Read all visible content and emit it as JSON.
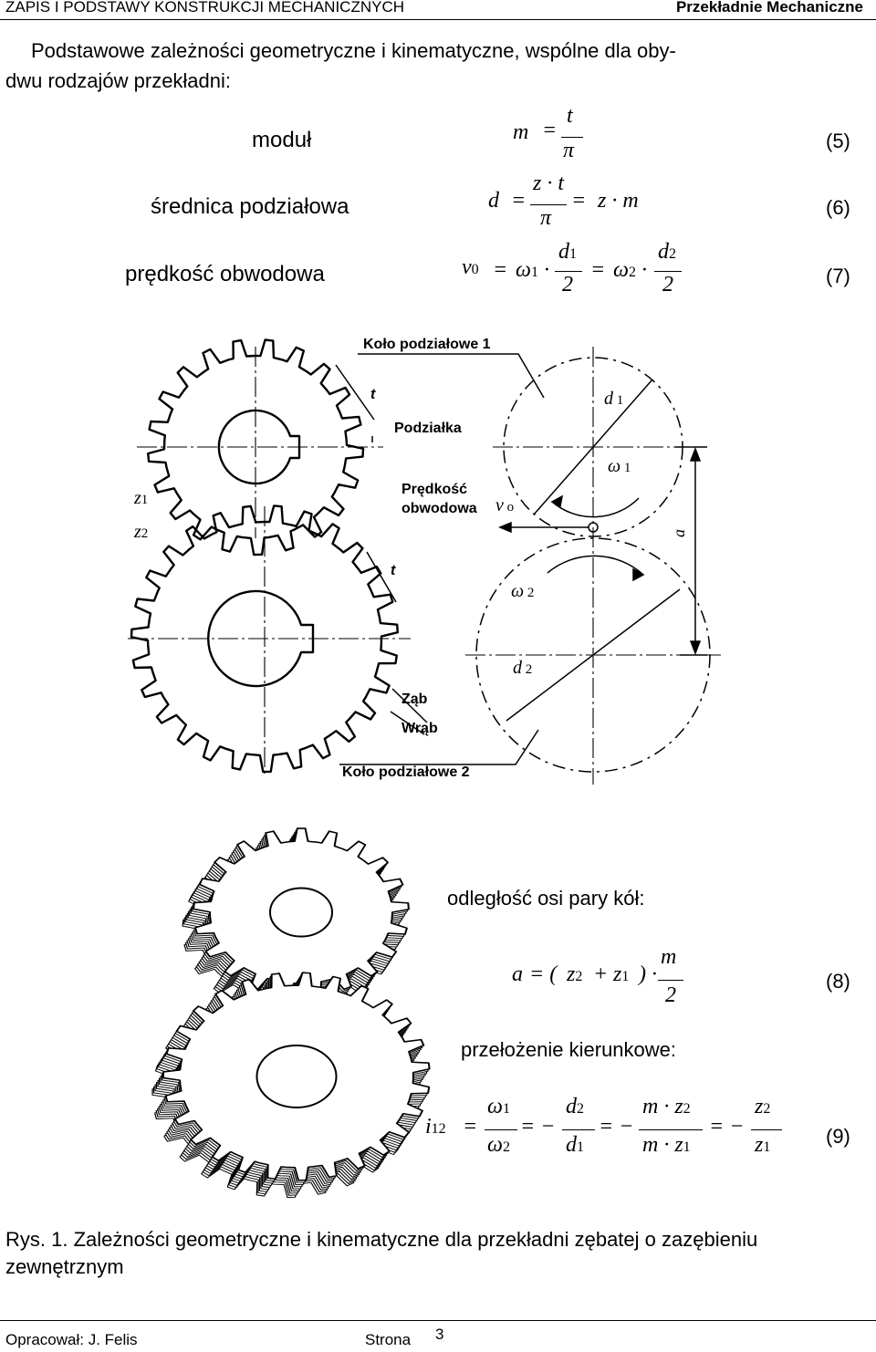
{
  "header": {
    "left": "ZAPIS I PODSTAWY KONSTRUKCJI MECHANICZNYCH",
    "right": "Przekładnie Mechaniczne"
  },
  "intro": "Podstawowe zależności geometryczne i kinematyczne, wspólne dla oby-dwu rodzajów przekładni:",
  "intro_line1": "Podstawowe zależności geometryczne i kinematyczne, wspólne dla oby-",
  "intro_line2": "dwu rodzajów przekładni:",
  "formulas": {
    "f5": {
      "label": "moduł",
      "number": "(5)"
    },
    "f6": {
      "label": "średnica podziałowa",
      "number": "(6)"
    },
    "f7": {
      "label": "prędkość obwodowa",
      "number": "(7)"
    },
    "f8": {
      "label": "odległość osi pary kół:",
      "number": "(8)"
    },
    "f9": {
      "label": "przełożenie kierunkowe:",
      "number": "(9)"
    }
  },
  "diagram": {
    "kolo1": "Koło podziałowe 1",
    "kolo2": "Koło podziałowe 2",
    "podzialka": "Podziałka",
    "predkosc1": "Prędkość",
    "predkosc2": "obwodowa",
    "zab": "Ząb",
    "wrab": "Wrąb",
    "t": "t",
    "a": "a"
  },
  "caption": "Rys. 1. Zależności geometryczne i kinematyczne dla przekładni zębatej o zazębieniu zewnętrznym",
  "caption_line1": "Rys. 1. Zależności geometryczne i kinematyczne dla przekładni zębatej o zazębieniu",
  "caption_line2": "zewnętrznym",
  "footer": {
    "author": "Opracował: J. Felis",
    "page_label": "Strona",
    "page_number": "3"
  }
}
